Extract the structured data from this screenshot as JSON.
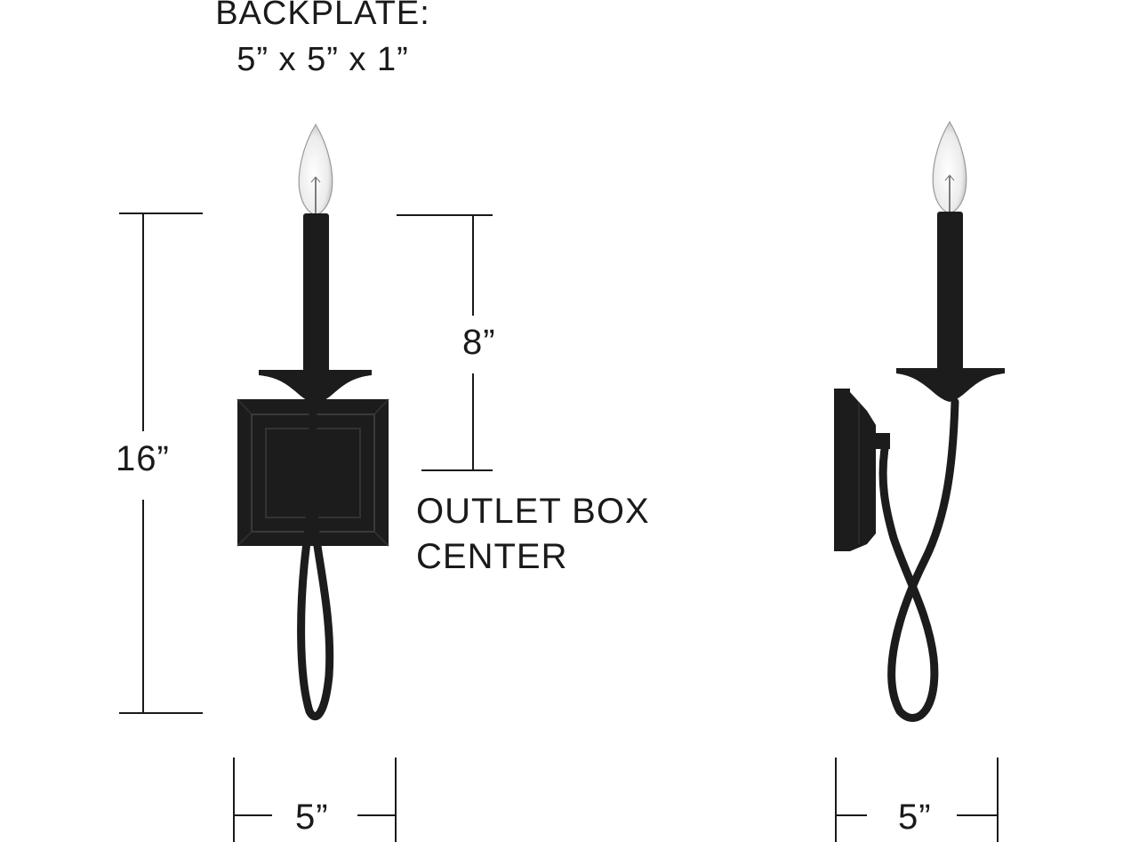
{
  "backplate": {
    "title": "BACKPLATE:",
    "size": "5” x 5” x 1”"
  },
  "dimensions": {
    "height_total": "16”",
    "height_to_center": "8”",
    "width_front": "5”",
    "width_side": "5”"
  },
  "outlet": {
    "line1": "OUTLET BOX",
    "line2": "CENTER"
  },
  "colors": {
    "fixture": "#1c1c1c",
    "lines": "#1a1a1a",
    "glass": "#e9e9e9"
  }
}
